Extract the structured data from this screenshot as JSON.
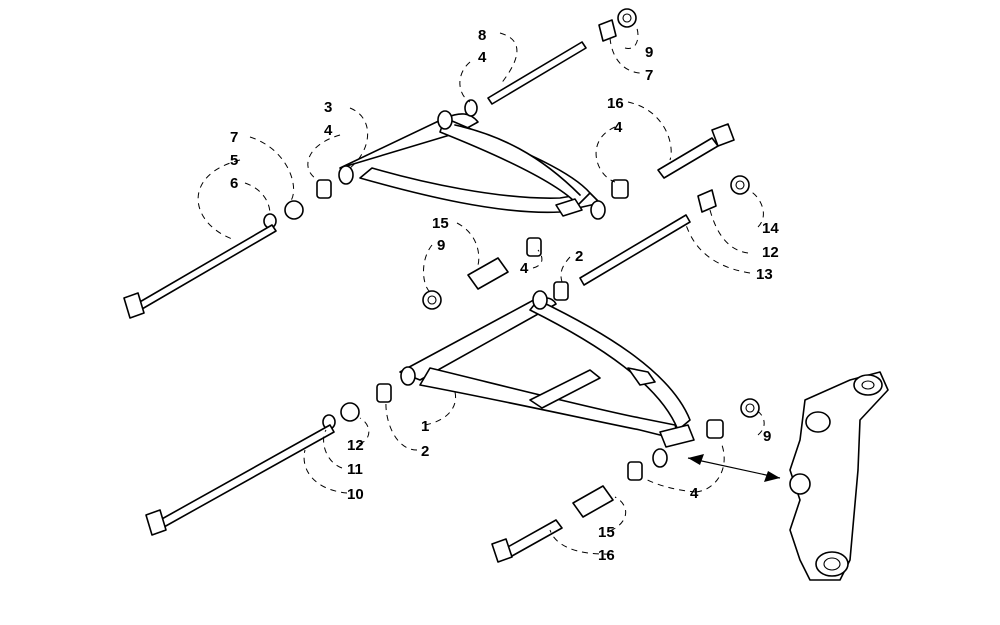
{
  "callouts": {
    "c1": "1",
    "c2a": "2",
    "c2b": "2",
    "c3": "3",
    "c4a": "4",
    "c4b": "4",
    "c4c": "4",
    "c4d": "4",
    "c4e": "4",
    "c5": "5",
    "c6": "6",
    "c7a": "7",
    "c7b": "7",
    "c8": "8",
    "c9a": "9",
    "c9b": "9",
    "c9c": "9",
    "c10": "10",
    "c11": "11",
    "c12a": "12",
    "c12b": "12",
    "c13": "13",
    "c14": "14",
    "c15a": "15",
    "c15b": "15",
    "c16a": "16",
    "c16b": "16"
  }
}
